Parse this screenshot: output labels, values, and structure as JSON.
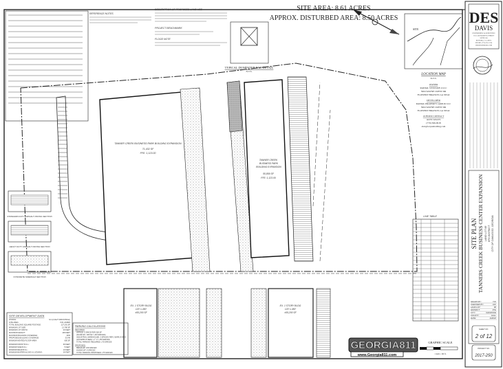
{
  "header": {
    "site_area": "SITE AREA: 8.61 ACRES",
    "disturbed_area": "APPROX. DISTURBED AREA: 8.50 ACRES"
  },
  "dumpster_detail": {
    "title": "TYPICAL DUMPSTER PAD DETAIL",
    "scale": "N.T.S."
  },
  "location_map": {
    "title": "LOCATION MAP",
    "scale": "N.T.S.",
    "site_label": "SITE"
  },
  "firm": {
    "logo": "DES",
    "name": "DAVIS",
    "lines": [
      "ENGINEERING & SURVEYING",
      "1155 ALPHARETTA STREET",
      "SUITE 100",
      "ROSWELL, GA 30075",
      "PHONE: (770) 251-1234",
      "DESENGINEERS.COM"
    ]
  },
  "contacts": {
    "owner_heading": "OWNER",
    "owner": [
      "RADIAL VENTURE 4 LLC",
      "5904 WAYNE CREST DR",
      "FLOWERY BRANCH, GA 30542"
    ],
    "developer_heading": "DEVELOPER",
    "developer": [
      "RADIAL PROPERTY GROUP, LLC",
      "5904 WAYNE CREST DR",
      "FLOWERY BRANCH, GA 30542"
    ],
    "contact_heading": "24 HOUR CONTACT",
    "contact": [
      "ALEX WALTS",
      "(770) 366-0918",
      "alex@wayneholding.com"
    ]
  },
  "title_block": {
    "sheet_title": "SITE PLAN",
    "project": "TANNERS CREEK BUSINESS CENTER EXPANSION",
    "land_lot": "LAND LOT 68",
    "district": "8TH DISTRICT",
    "city": "CITY OF OAKWOOD, GEORGIA",
    "info": [
      {
        "label": "DRAWN BY:",
        "value": "TJK"
      },
      {
        "label": "CHECKED BY:",
        "value": "JAC"
      },
      {
        "label": "LAND LOT:",
        "value": "68"
      },
      {
        "label": "DISTRICT:",
        "value": "8TH"
      },
      {
        "label": "CITY:",
        "value": "OAKWOOD"
      },
      {
        "label": "COUNTY:",
        "value": "HALL"
      },
      {
        "label": "DATE:",
        "value": "3/26/18"
      }
    ],
    "sheet_label": "SHEET NO.",
    "sheet_no": "2 of 12",
    "project_label": "PROJECT NO.",
    "project_no": "2017-250"
  },
  "buildings": [
    {
      "name": "TANNER CREEK BUSINESS PARK BUILDING EXPANSION",
      "area": "71,432 SF",
      "ffe": "FFE: 1,123.00"
    },
    {
      "name": "TANNER CREEK BUSINESS PARK BUILDING EXPANSION",
      "area": "55,859 SF",
      "ffe": "FFE: 1,123.00"
    },
    {
      "name": "EX. 1 STORY BLDG",
      "dims": "120' x 450'",
      "area": "±55,200 SF"
    },
    {
      "name": "EX. 1 STORY BLDG",
      "dims": "120' x 450'",
      "area": "±55,200 SF"
    }
  ],
  "site_data": {
    "title": "SITE DEVELOPMENT DATA",
    "rows": [
      {
        "label": "ZONING:",
        "value": "M-1 (LIGHT INDUSTRIAL)"
      },
      {
        "label": "SITE AREA:",
        "value": "8.61 ACRES"
      },
      {
        "label": "TOTAL BUILDING SQUARE FOOTAGE:",
        "value": "127,291 SF"
      },
      {
        "label": "MINIMUM LOT SIZE:",
        "value": "21,780 SF"
      },
      {
        "label": "MINIMUM LOT WIDTH:",
        "value": "40 FEET"
      },
      {
        "label": "MAXIMUM HEIGHT:",
        "value": "100 FEET"
      },
      {
        "label": "MAXIMUM BUILDING COVERAGE:",
        "value": "60%"
      },
      {
        "label": "PROPOSED BUILDING COVERAGE:",
        "value": "33.9%"
      },
      {
        "label": "MINIMUM HEATED FLOOR AREA:",
        "value": "600 SF"
      },
      {
        "label": "MINIMUM FRONT B.S.L.:",
        "value": "60 FEET"
      },
      {
        "label": "MINIMUM SIDE B.S.L.:",
        "value": "5 FEET"
      },
      {
        "label": "MINIMUM REAR B.S.L.:",
        "value": "10 FEET"
      },
      {
        "label": "MINIMUM BUFFER ALONG A-1 ZONING:",
        "value": "30 FEET"
      }
    ]
  },
  "parking": {
    "title": "PARKING CALCULATIONS",
    "required_heading": "REQUIRED:",
    "required": [
      "OFFICE: 1 SPACE PER 300 SF",
      "(49,000 SF / 300 SF = 163 SPACES)",
      "INDUSTRIAL WAREHOUSE: 3 SPACES PER 2 EMPLOYEES",
      "(100 EMPLOYEES) / 2 * 3 = 150 SPACES",
      "TOTAL PARKING REQUIRED: 170 SPACES"
    ],
    "proposed_heading": "PROPOSED:",
    "proposed": [
      "REGULAR: 166 SPACES",
      "HANDICAP: 8 SPACES",
      "TOTAL PARKING PROPOSED: 175 SPACES"
    ]
  },
  "pavement_sections": [
    "STANDARD DUTY ASPHALT PAVING SECTION",
    "HEAVY DUTY ASPHALT PAVING SECTION",
    "CONCRETE SIDEWALK SECTION"
  ],
  "line_table_title": "LINE TABLE",
  "georgia811": {
    "logo": "GEORGIA811",
    "url": "www.Georgia811.com"
  },
  "graphic_scale": {
    "title": "GRAPHIC SCALE",
    "note": "1 inch = 60 ft."
  },
  "notes_headings": [
    "REFERENCE NOTES",
    "DESCRIPTION OF PROPOSED LAND USE",
    "PROJECT BENCHMARK",
    "FLOOD NOTE"
  ]
}
